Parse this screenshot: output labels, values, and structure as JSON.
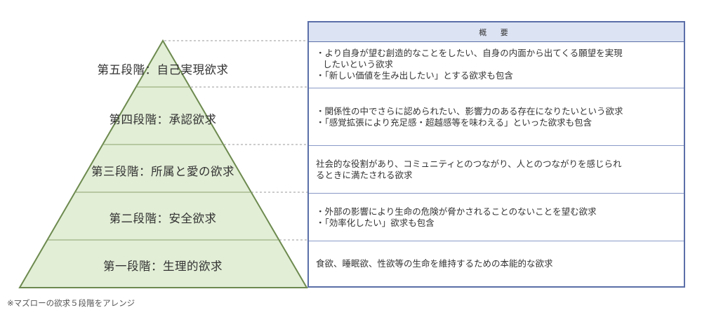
{
  "pyramid": {
    "fill": "#e2eed6",
    "stroke": "#6d8a4f",
    "stages": [
      {
        "level": 5,
        "label": "第五段階：自己実現欲求"
      },
      {
        "level": 4,
        "label": "第四段階：承認欲求"
      },
      {
        "level": 3,
        "label": "第三段階：所属と愛の欲求"
      },
      {
        "level": 2,
        "label": "第二段階：安全欲求"
      },
      {
        "level": 1,
        "label": "第一段階：生理的欲求"
      }
    ]
  },
  "table": {
    "header": "概 要",
    "header_bg": "#dce3f3",
    "border_color": "#5b6fa8",
    "rows": [
      {
        "lines": [
          "・より自身が望む創造的なことをしたい、自身の内面から出てくる願望を実現",
          "したいという欲求",
          "・「新しい価値を生み出したい」とする欲求も包含"
        ]
      },
      {
        "lines": [
          "・関係性の中でさらに認められたい、影響力のある存在になりたいという欲求",
          "・「感覚拡張により充足感・超越感等を味わえる」といった欲求も包含"
        ]
      },
      {
        "lines": [
          "社会的な役割があり、コミュニティとのつながり、人とのつながりを感じられ",
          "るときに満たされる欲求"
        ]
      },
      {
        "lines": [
          "・外部の影響により生命の危険が脅かされることのないことを望む欲求",
          "・「効率化したい」欲求も包含"
        ]
      },
      {
        "lines": [
          "食欲、睡眠欲、性欲等の生命を維持するための本能的な欲求"
        ]
      }
    ]
  },
  "footnote": "※マズローの欲求５段階をアレンジ"
}
